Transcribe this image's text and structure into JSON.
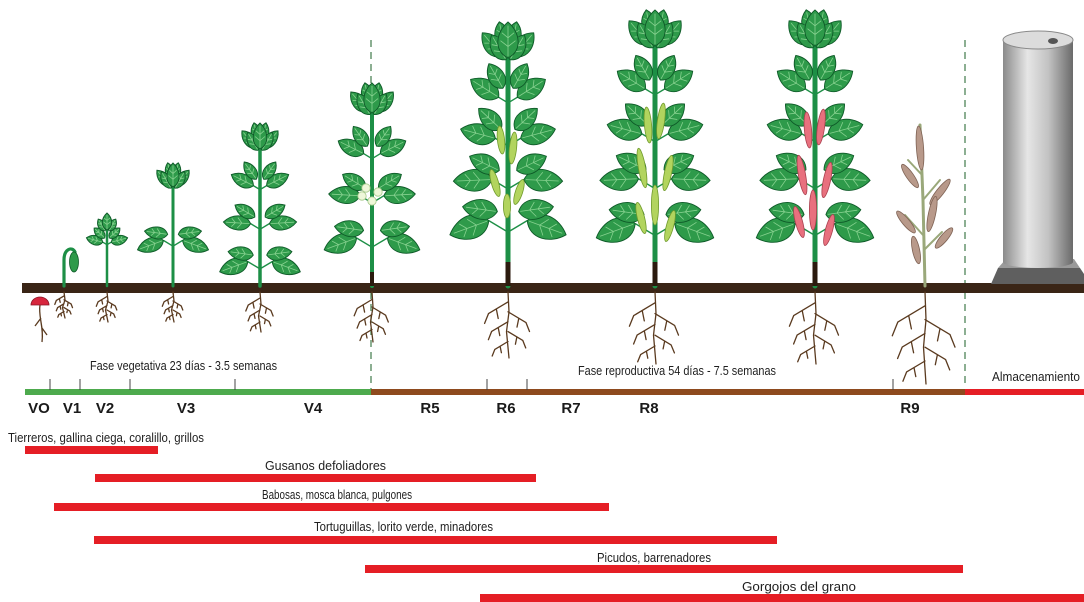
{
  "phases": {
    "vegetative": "Fase vegetativa 23 días - 3.5 semanas",
    "reproductive": "Fase reproductiva 54 días - 7.5 semanas",
    "storage": "Almacenamiento"
  },
  "stages": [
    "VO",
    "V1",
    "V2",
    "V3",
    "V4",
    "R5",
    "R6",
    "R7",
    "R8",
    "R9"
  ],
  "pests": [
    {
      "label": "Tierreros, gallina ciega, coralillo, grillos"
    },
    {
      "label": "Gusanos defoliadores"
    },
    {
      "label": "Babosas, mosca blanca, pulgones"
    },
    {
      "label": "Tortuguillas, lorito verde, minadores"
    },
    {
      "label": "Picudos, barrenadores"
    },
    {
      "label": "Gorgojos del grano"
    }
  ],
  "colors": {
    "vegetative": "#4daa4d",
    "reproductive": "#8e4a1e",
    "storage": "#e51e25",
    "pest_bar": "#e51e25",
    "ground": "#3a2516",
    "leaf": "#2e9a4a",
    "green_pod": "#b2d45e",
    "mature_pod": "#e8707e",
    "dry_pod": "#b8998a",
    "seed": "#d7263d"
  }
}
